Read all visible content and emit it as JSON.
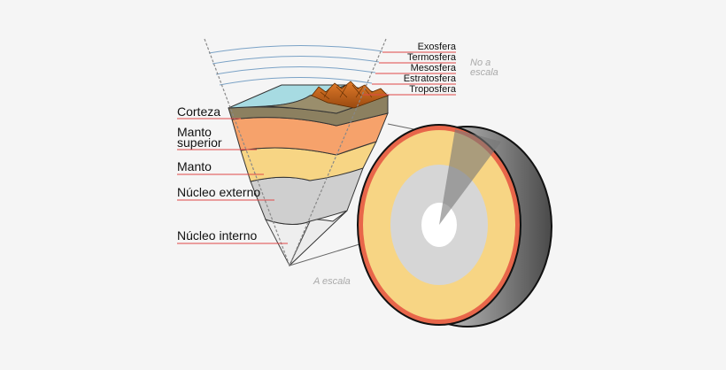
{
  "diagram": {
    "left_labels": {
      "crust": "Corteza",
      "upper_mantle_line1": "Manto",
      "upper_mantle_line2": "superior",
      "mantle": "Manto",
      "outer_core": "Núcleo externo",
      "inner_core": "Núcleo interno"
    },
    "atmosphere_labels": {
      "exosphere": "Exosfera",
      "thermosphere": "Termosfera",
      "mesosphere": "Mesosfera",
      "stratosphere": "Estratosfera",
      "troposphere": "Troposfera"
    },
    "notes": {
      "not_to_scale_line1": "No a",
      "not_to_scale_line2": "escala",
      "to_scale": "A escala"
    },
    "colors": {
      "background": "#f5f5f5",
      "crust": "#8c8060",
      "upper_mantle": "#f6a26b",
      "mantle": "#f7d584",
      "outer_core": "#cfcfcf",
      "inner_core": "#ececec",
      "ocean": "#a7dbe2",
      "atmosphere_lines": "#7aa2c6",
      "leader_lines": "#e04848",
      "mountains": "#c96a1a"
    }
  }
}
